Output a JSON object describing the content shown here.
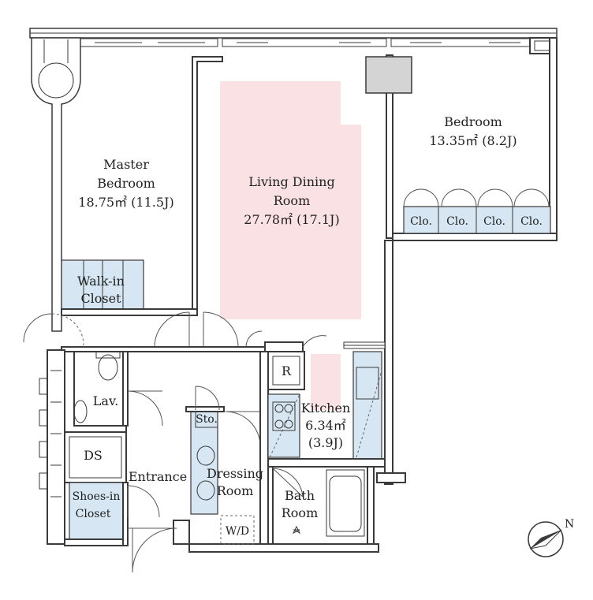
{
  "rooms": {
    "master_bedroom": {
      "line1": "Master",
      "line2": "Bedroom",
      "area": "18.75㎡ (11.5J)"
    },
    "living": {
      "line1": "Living Dining",
      "line2": "Room",
      "area": "27.78㎡ (17.1J)"
    },
    "bedroom": {
      "line1": "Bedroom",
      "area": "13.35㎡ (8.2J)"
    },
    "kitchen": {
      "line1": "Kitchen",
      "area": "6.34㎡",
      "tatami": "(3.9J)"
    },
    "walkin": {
      "line1": "Walk-in",
      "line2": "Closet"
    },
    "lav": {
      "label": "Lav."
    },
    "ds": {
      "label": "DS"
    },
    "entrance": {
      "label": "Entrance"
    },
    "shoes": {
      "line1": "Shoes-in",
      "line2": "Closet"
    },
    "dressing": {
      "line1": "Dressing",
      "line2": "Room"
    },
    "bath": {
      "line1": "Bath",
      "line2": "Room"
    },
    "sto": {
      "label": "Sto."
    },
    "wd": {
      "label": "W/D"
    },
    "r": {
      "label": "R"
    }
  },
  "closets": [
    "Clo.",
    "Clo.",
    "Clo.",
    "Clo."
  ],
  "compass": {
    "label": "N"
  },
  "colors": {
    "living_highlight": "#f9e1e4",
    "closet_fill": "#d6e6f2",
    "wall": "#3a3a3a"
  }
}
